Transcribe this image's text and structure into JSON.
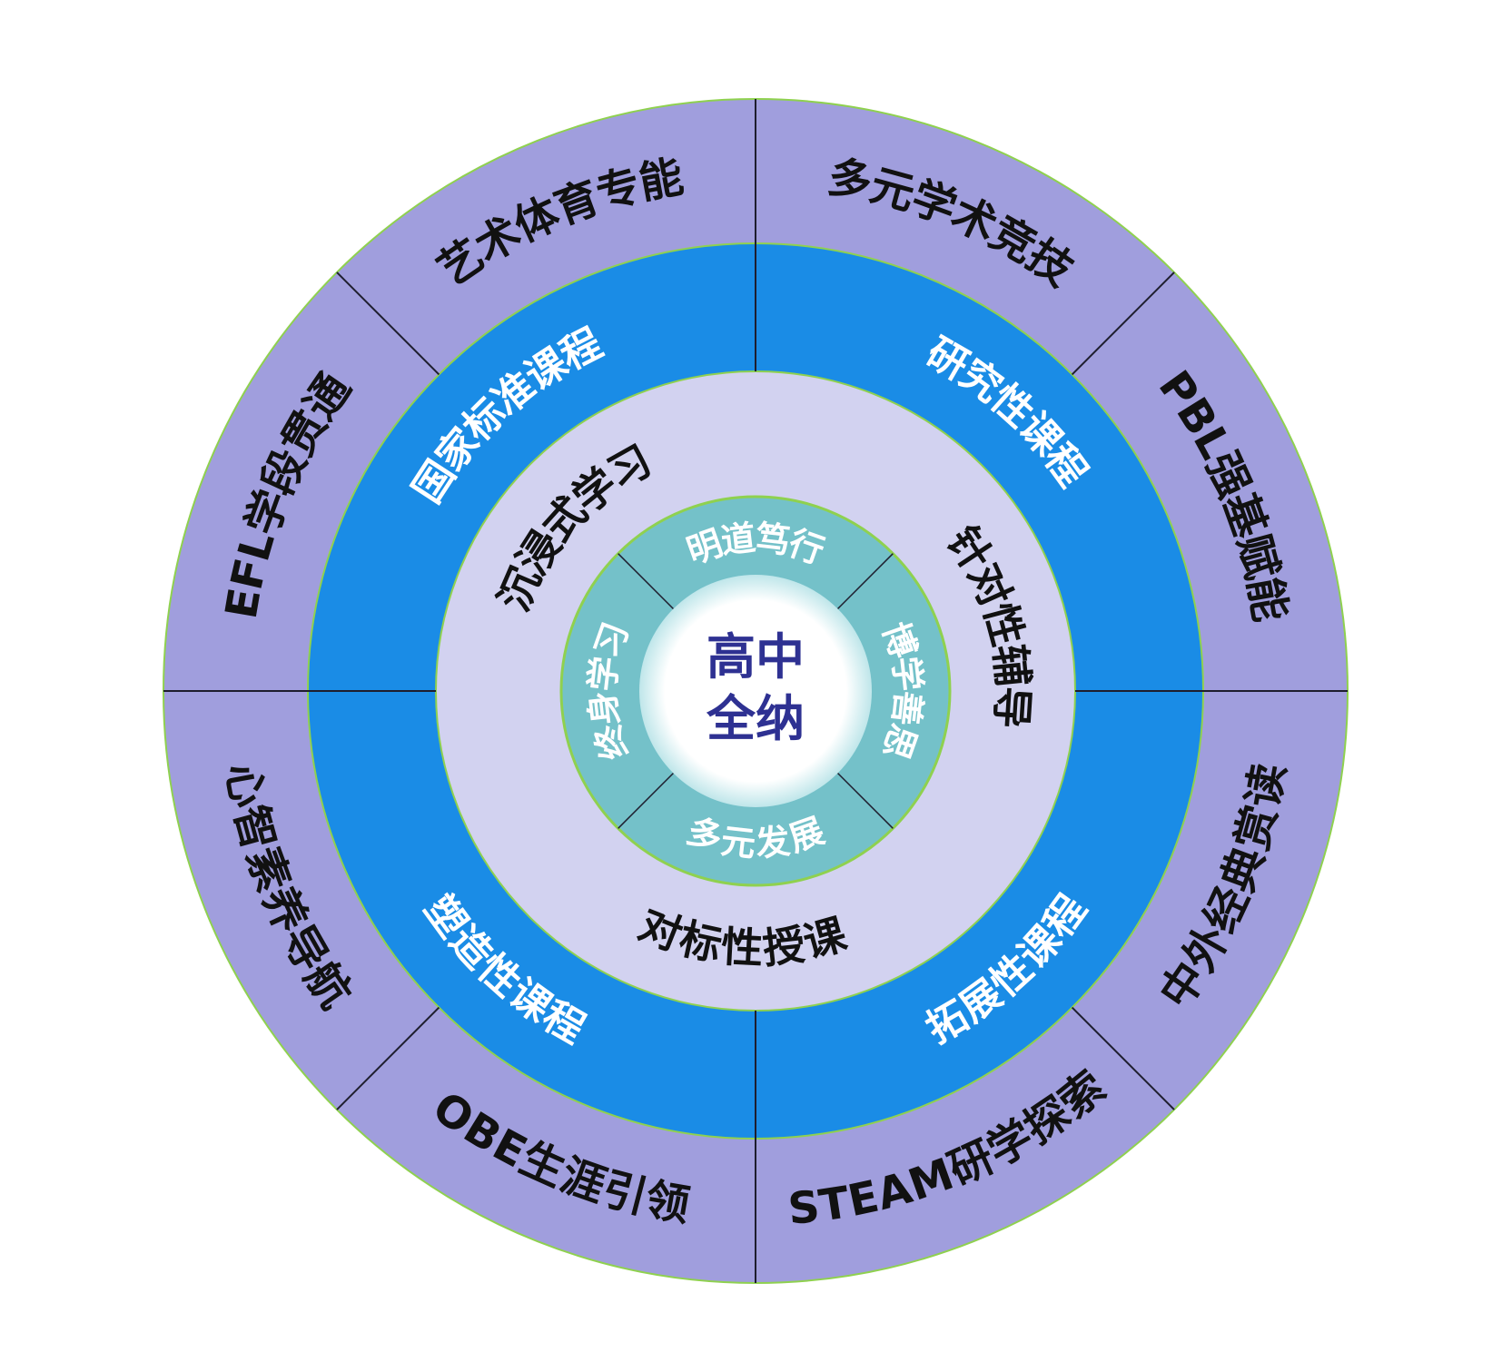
{
  "center": {
    "line1": "高中",
    "line2": "全纳"
  },
  "colors": {
    "outer": "#a09edd",
    "blue": "#1a8ce6",
    "lavender": "#d2d2f0",
    "teal": "#74c1c9",
    "center_text": "#2e3192",
    "outline": "#8fd14f",
    "divider": "#1e1e2e"
  },
  "rings": {
    "teal": [
      {
        "label": "明道笃行",
        "angle": 0,
        "dir": "cw"
      },
      {
        "label": "博学善思",
        "angle": 90,
        "dir": "cw"
      },
      {
        "label": "多元发展",
        "angle": 180,
        "dir": "ccw"
      },
      {
        "label": "终身学习",
        "angle": 270,
        "dir": "cw"
      }
    ],
    "lavender": [
      {
        "label": "沉浸式学习",
        "angle": 312,
        "dir": "cw"
      },
      {
        "label": "针对性辅导",
        "angle": 75,
        "dir": "cw"
      },
      {
        "label": "对标性授课",
        "angle": 183,
        "dir": "ccw"
      }
    ],
    "blue": [
      {
        "label": "研究性课程",
        "angle": 42,
        "dir": "cw"
      },
      {
        "label": "拓展性课程",
        "angle": 138,
        "dir": "ccw"
      },
      {
        "label": "塑造性课程",
        "angle": 222,
        "dir": "ccw"
      },
      {
        "label": "国家标准课程",
        "angle": 318,
        "dir": "cw"
      }
    ],
    "outer": [
      {
        "label": "多元学术竞技",
        "angle": 22.5,
        "dir": "cw"
      },
      {
        "label": "PBL强基赋能",
        "angle": 67.5,
        "dir": "cw"
      },
      {
        "label": "中外经典赏读",
        "angle": 112.5,
        "dir": "ccw"
      },
      {
        "label": "STEAM研学探索",
        "angle": 157.5,
        "dir": "ccw"
      },
      {
        "label": "OBE生涯引领",
        "angle": 202.5,
        "dir": "ccw"
      },
      {
        "label": "心智素养导航",
        "angle": 247.5,
        "dir": "ccw"
      },
      {
        "label": "EFL学段贯通",
        "angle": 292.5,
        "dir": "cw"
      },
      {
        "label": "艺术体育专能",
        "angle": 337.5,
        "dir": "cw"
      }
    ]
  }
}
